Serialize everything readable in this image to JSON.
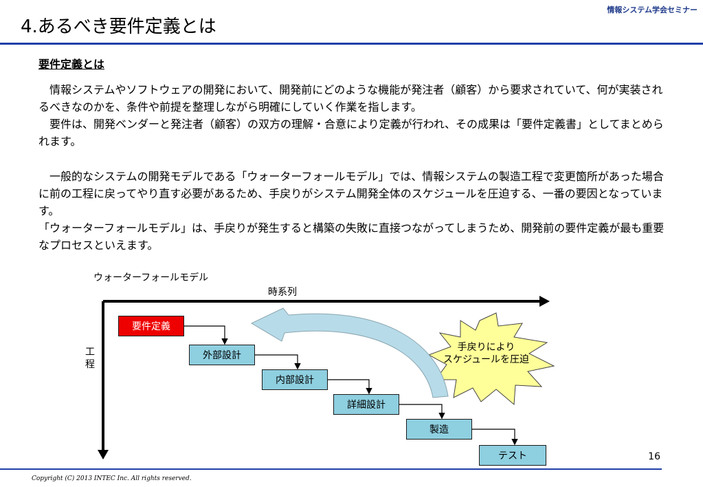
{
  "header": {
    "label": "情報システム学会セミナー",
    "title": "4.あるべき要件定義とは"
  },
  "section": {
    "heading": "要件定義とは",
    "para1": "　情報システムやソフトウェアの開発において、開発前にどのような機能が発注者（顧客）から要求されていて、何が実装されるべきなのかを、条件や前提を整理しながら明確にしていく作業を指します。\n　要件は、開発ベンダーと発注者（顧客）の双方の理解・合意により定義が行われ、その成果は「要件定義書」としてまとめられます。",
    "para2": "　一般的なシステムの開発モデルである「ウォーターフォールモデル」では、情報システムの製造工程で変更箇所があった場合に前の工程に戻ってやり直す必要があるため、手戻りがシステム開発全体のスケジュールを圧迫する、一番の要因となっています。\n「ウォーターフォールモデル」は、手戻りが発生すると構築の失敗に直接つながってしまうため、開発前の要件定義が最も重要なプロセスといえます。"
  },
  "diagram": {
    "caption": "ウォーターフォールモデル",
    "x_label": "時系列",
    "y_label": "工程",
    "steps": [
      "要件定義",
      "外部設計",
      "内部設計",
      "詳細設計",
      "製造",
      "テスト"
    ],
    "burst_text": "手戻りにより\nスケジュールを圧迫",
    "colors": {
      "highlight_step": "#ee0000",
      "step": "#8ecfe0",
      "burst": "#ffff99",
      "rework_arrow": "#b7dbe8"
    }
  },
  "footer": {
    "page_number": "16",
    "copyright": "Copyright (C) 2013 INTEC Inc. All rights reserved."
  }
}
